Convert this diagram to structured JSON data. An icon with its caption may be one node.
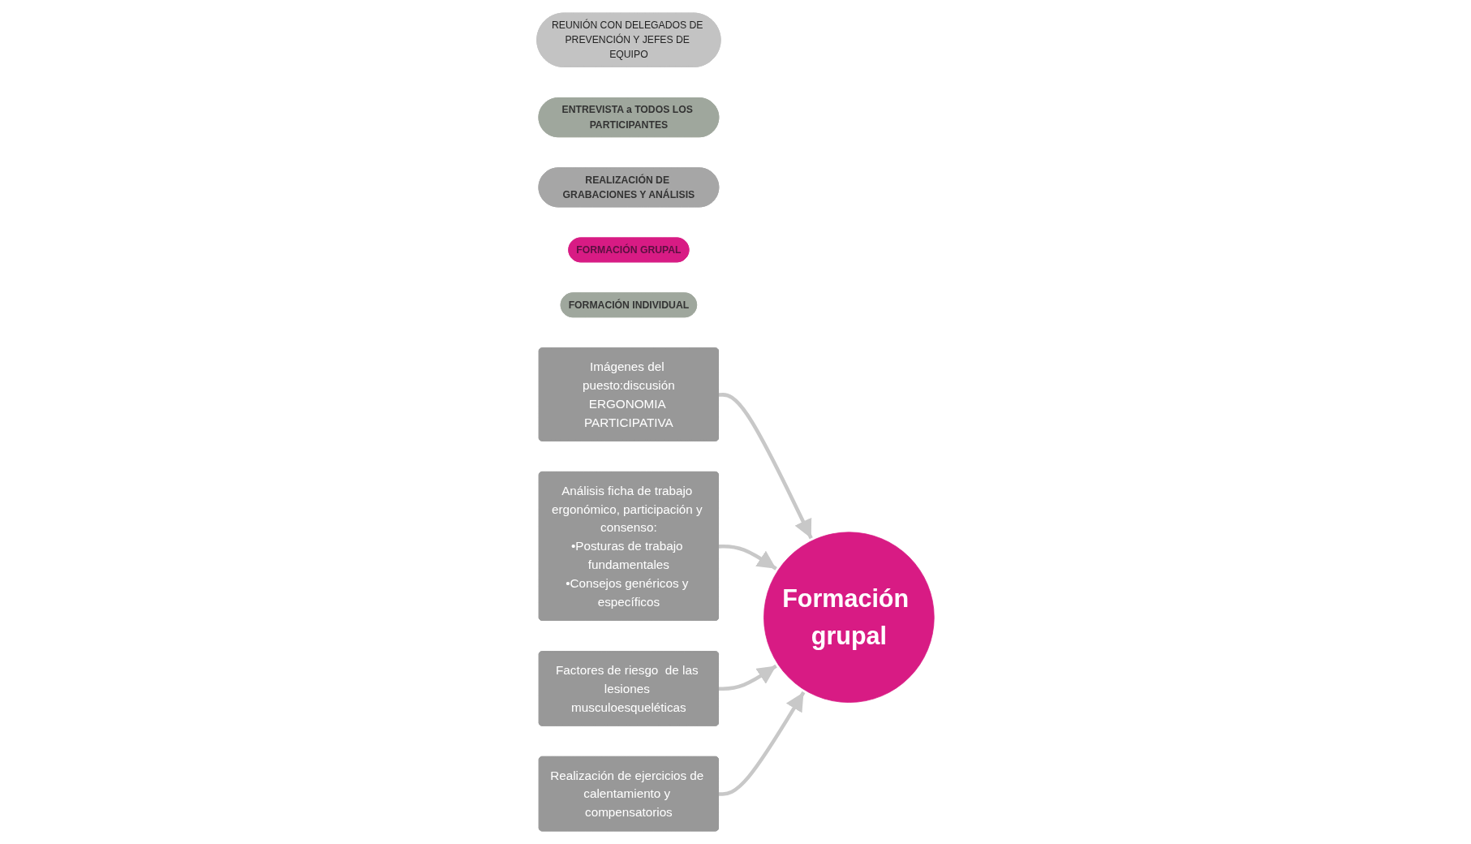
{
  "diagram": {
    "nodes": [
      {
        "text": [
          "REUNIÓN CON DELEGADOS DE PREVENCIÓN Y JEFES DE EQUIPO"
        ]
      },
      {
        "text": [
          "ENTREVISTA a TODOS LOS PARTICIPANTES"
        ]
      },
      {
        "text": [
          "REALIZACIÓN DE GRABACIONES Y ANÁLISIS"
        ]
      },
      {
        "text": [
          "FORMACIÓN GRUPAL"
        ]
      },
      {
        "text": [
          "FORMACIÓN INDIVIDUAL"
        ]
      },
      {
        "text": [
          "Imágenes del puesto:discusión",
          "ERGONOMIA PARTICIPATIVA"
        ]
      },
      {
        "text": [
          "Análisis ficha de trabajo ergonómico, participación y consenso:",
          "•Posturas de trabajo fundamentales",
          "•Consejos genéricos y específicos"
        ]
      },
      {
        "text": [
          "Factores de riesgo  de las lesiones musculoesqueléticas"
        ]
      },
      {
        "text": [
          "Formación grupal"
        ]
      },
      {
        "text": [
          "Realización de ejercicios de calentamiento y compensatorios"
        ]
      }
    ],
    "edges": [
      {
        "from": 5,
        "to": 8,
        "arrow": "to"
      },
      {
        "from": 6,
        "to": 8,
        "arrow": "to"
      },
      {
        "from": 7,
        "to": 8,
        "arrow": "to"
      },
      {
        "from": 9,
        "to": 8,
        "arrow": "to"
      }
    ]
  }
}
